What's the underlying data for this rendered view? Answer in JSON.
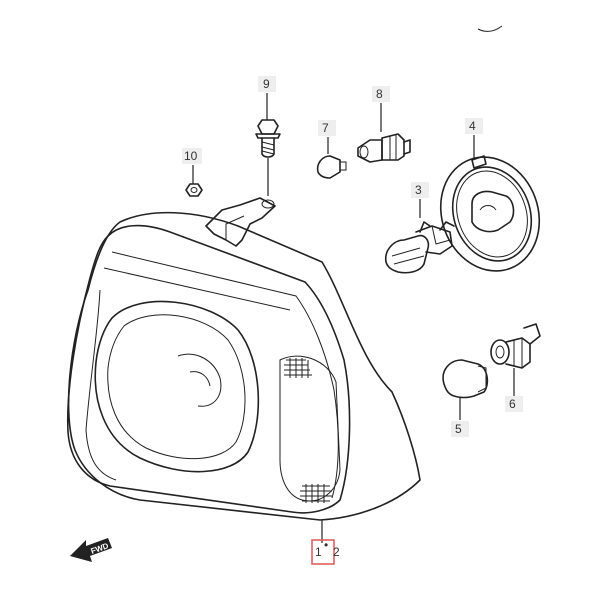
{
  "diagram": {
    "parts": [
      {
        "num": "1",
        "suffix": "2"
      },
      {
        "num": "3"
      },
      {
        "num": "4"
      },
      {
        "num": "5"
      },
      {
        "num": "6"
      },
      {
        "num": "7"
      },
      {
        "num": "8"
      },
      {
        "num": "9"
      },
      {
        "num": "10"
      }
    ],
    "front_arrow_label": "FWD",
    "highlight_color": "#e06060"
  }
}
